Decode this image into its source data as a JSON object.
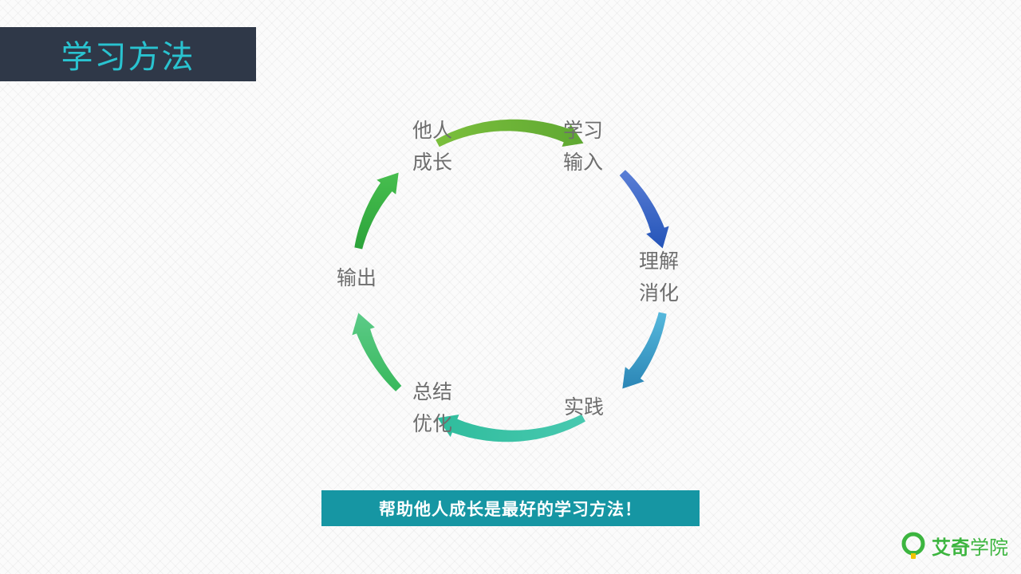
{
  "header": {
    "title": "学习方法"
  },
  "cycle": {
    "nodes": [
      {
        "id": "learn-input",
        "lines": [
          "学习",
          "输入"
        ]
      },
      {
        "id": "understand",
        "lines": [
          "理解",
          "消化"
        ]
      },
      {
        "id": "practice",
        "lines": [
          "实践"
        ]
      },
      {
        "id": "summarize",
        "lines": [
          "总结",
          "优化"
        ]
      },
      {
        "id": "output",
        "lines": [
          "输出"
        ]
      },
      {
        "id": "help-others",
        "lines": [
          "他人",
          "成长"
        ]
      }
    ],
    "arrow_colors": [
      "#6fb23a",
      "#2f5fbf",
      "#2f9fc4",
      "#3cc3a8",
      "#3fb86a",
      "#2eaa3c"
    ]
  },
  "banner": {
    "text": "帮助他人成长是最好的学习方法！"
  },
  "logo": {
    "brand": "艾奇",
    "suffix": "学院",
    "color": "#3cb53f",
    "icon": "q-circle-icon"
  }
}
